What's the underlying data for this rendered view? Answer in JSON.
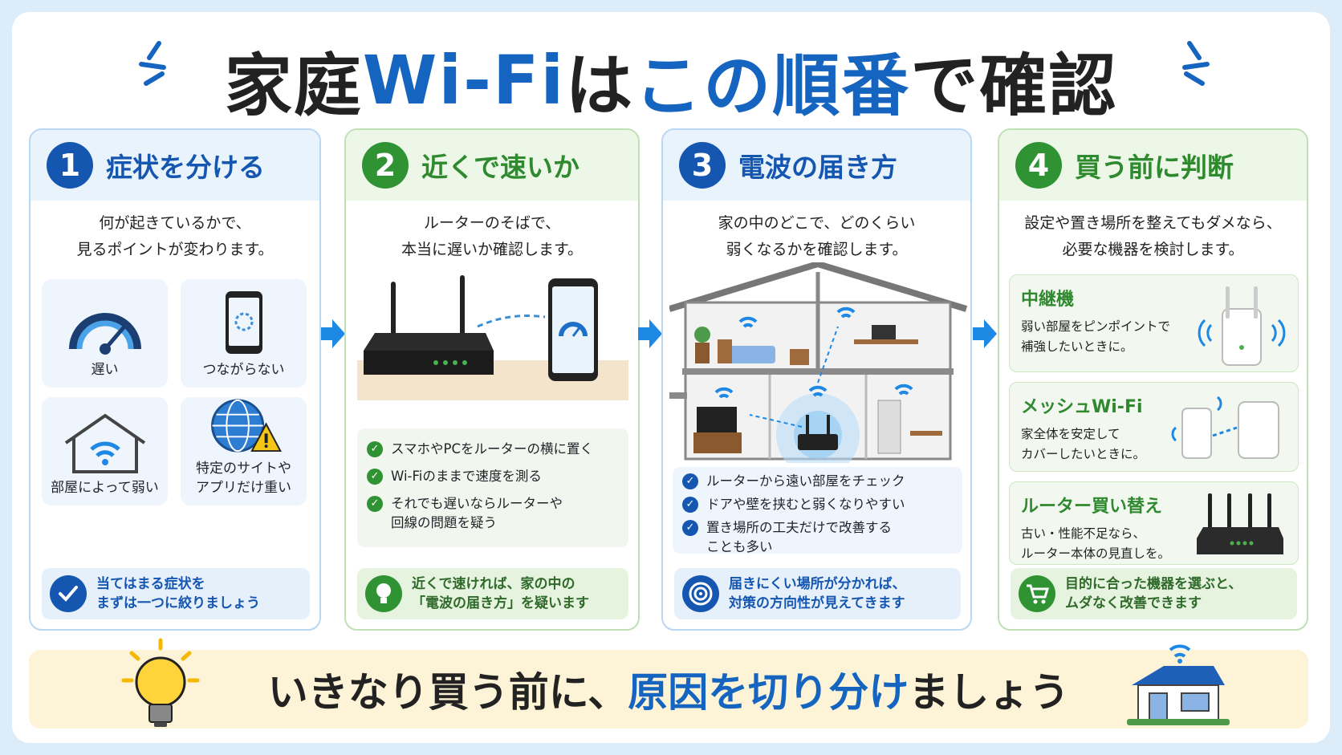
{
  "title": {
    "part1": "家庭",
    "part2": "Wi-Fi",
    "part3": "は",
    "part4": "この順番",
    "part5": "で確認"
  },
  "colors": {
    "blue": "#1456b0",
    "green": "#2f9233",
    "banner_bg": "#fdf3d6",
    "page_bg": "#dcecf8"
  },
  "steps": [
    {
      "number": "1",
      "title": "症状を分ける",
      "desc1": "何が起きているかで、",
      "desc2": "見るポイントが変わります。",
      "tiles": [
        {
          "label": "遅い",
          "icon": "speedometer-icon"
        },
        {
          "label": "つながらない",
          "icon": "phone-loading-icon"
        },
        {
          "label": "部屋によって弱い",
          "icon": "house-wifi-icon"
        },
        {
          "label": "特定のサイトや\nアプリだけ重い",
          "icon": "globe-warning-icon"
        }
      ],
      "tip": "当てはまる症状を\nまずは一つに絞りましょう",
      "tip_icon": "check-circle-icon"
    },
    {
      "number": "2",
      "title": "近くで速いか",
      "desc1": "ルーターのそばで、",
      "desc2": "本当に遅いか確認します。",
      "checks": [
        "スマホやPCをルーターの横に置く",
        "Wi-Fiのままで速度を測る",
        "それでも遅いならルーターや\n回線の問題を疑う"
      ],
      "tip": "近くで速ければ、家の中の\n「電波の届き方」を疑います",
      "tip_icon": "lightbulb-icon"
    },
    {
      "number": "3",
      "title": "電波の届き方",
      "desc1": "家の中のどこで、どのくらい",
      "desc2": "弱くなるかを確認します。",
      "checks": [
        "ルーターから遠い部屋をチェック",
        "ドアや壁を挟むと弱くなりやすい",
        "置き場所の工夫だけで改善する\nことも多い"
      ],
      "tip": "届きにくい場所が分かれば、\n対策の方向性が見えてきます",
      "tip_icon": "target-icon"
    },
    {
      "number": "4",
      "title": "買う前に判断",
      "desc1": "設定や置き場所を整えてもダメなら、",
      "desc2": "必要な機器を検討します。",
      "products": [
        {
          "name": "中継機",
          "desc": "弱い部屋をピンポイントで\n補強したいときに。",
          "icon": "repeater-icon"
        },
        {
          "name": "メッシュWi-Fi",
          "desc": "家全体を安定して\nカバーしたいときに。",
          "icon": "mesh-wifi-icon"
        },
        {
          "name": "ルーター買い替え",
          "desc": "古い・性能不足なら、\nルーター本体の見直しを。",
          "icon": "router-icon"
        }
      ],
      "tip": "目的に合った機器を選ぶと、\nムダなく改善できます",
      "tip_icon": "cart-icon"
    }
  ],
  "banner": {
    "part1": "いきなり買う前に、",
    "part2": "原因を切り分け",
    "part3": "ましょう"
  }
}
